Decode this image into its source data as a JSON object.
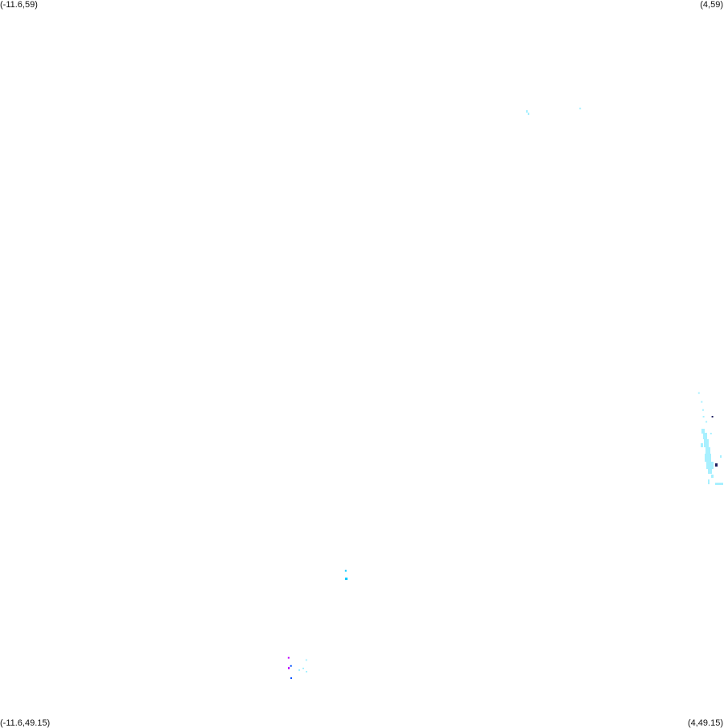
{
  "map": {
    "corners": {
      "top_left": "(-11.6,59)",
      "top_right": "(4,59)",
      "bottom_left": "(-11.6,49.15)",
      "bottom_right": "(4,49.15)"
    },
    "extent": {
      "lon_min": -11.6,
      "lon_max": 4,
      "lat_min": 49.15,
      "lat_max": 59
    },
    "colors": {
      "background": "#ffffff",
      "light_cyan": "#a8f0ff",
      "cyan": "#00c8ff",
      "blue": "#0050ff",
      "magenta": "#c000ff",
      "dark": "#202060"
    },
    "spots": [
      {
        "name": "spot-north-sea-north",
        "lon": 0.9,
        "lat": 57.53,
        "color": "#a8f0ff"
      },
      {
        "name": "spot-east-coast-1",
        "lon": 3.46,
        "lat": 53.67,
        "color": "#a8f0ff"
      },
      {
        "name": "spot-east-coast-2",
        "lon": 3.52,
        "lat": 53.55,
        "color": "#a8f0ff"
      },
      {
        "name": "spot-east-coast-3",
        "lon": 3.55,
        "lat": 53.44,
        "color": "#a8f0ff"
      },
      {
        "name": "spot-east-coast-4",
        "lon": 3.56,
        "lat": 53.35,
        "color": "#a8f0ff"
      },
      {
        "name": "spot-east-coast-5",
        "lon": 3.62,
        "lat": 53.28,
        "color": "#a8f0ff"
      },
      {
        "name": "spot-east-coast-dark",
        "lon": 3.75,
        "lat": 53.35,
        "color": "#202060"
      },
      {
        "name": "spot-east-coast-south",
        "lon": 3.72,
        "lat": 53.12,
        "color": "#a8f0ff"
      },
      {
        "name": "spot-central",
        "lon": -4.15,
        "lat": 51.26,
        "color": "#00c8ff"
      },
      {
        "name": "spot-southwest-magenta",
        "lon": -5.38,
        "lat": 50.08,
        "color": "#c000ff"
      },
      {
        "name": "spot-southwest-blue",
        "lon": -5.33,
        "lat": 49.97,
        "color": "#0050ff"
      },
      {
        "name": "spot-southwest-cyan",
        "lon": -5.0,
        "lat": 50.05,
        "color": "#a8f0ff"
      }
    ]
  }
}
